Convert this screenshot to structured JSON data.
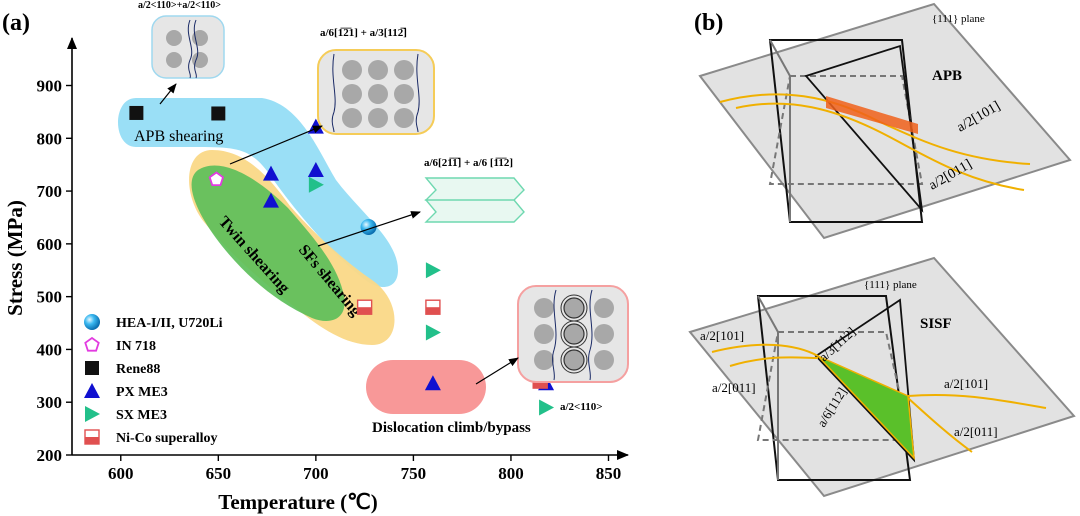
{
  "panel_a": {
    "label": "(a)",
    "mech": {
      "apb": "APB shearing",
      "twin": "Twin shearing",
      "sf": "SFs shearing",
      "climb": "Dislocation climb/bypass"
    },
    "insets": {
      "apb_pair": "a/2<110>+a/2<110>",
      "twin_disl": "a/6[1̅2̅1] + a/3[112̅]",
      "sf_disl": "a/6[21̅1̅] + a/6 [1̅1̅2]",
      "orowan": "a/2<110>"
    }
  },
  "panel_b": {
    "label": "(b)",
    "top": {
      "plane": "{111} plane",
      "title": "APB",
      "line1": "a/2[101]",
      "line2": "a/2[011]"
    },
    "bottom": {
      "plane": "{111} plane",
      "title": "SISF",
      "left1": "a/2[101]",
      "left2": "a/2[011]",
      "mid1": "a/3[112]",
      "mid2": "a/6[112]",
      "right1": "a/2[101]",
      "right2": "a/2[011]"
    }
  },
  "chart_data": {
    "type": "scatter",
    "xlabel": "Temperature (℃)",
    "ylabel": "Stress (MPa)",
    "xlim": [
      575,
      860
    ],
    "ylim": [
      200,
      990
    ],
    "xticks": [
      600,
      650,
      700,
      750,
      800,
      850
    ],
    "yticks": [
      200,
      300,
      400,
      500,
      600,
      700,
      800,
      900
    ],
    "grid": false,
    "legend_position": "bottom-left",
    "series": [
      {
        "name": "HEA-I/II, U720Li",
        "marker": "sphere",
        "color": "#1e9fe0",
        "points": [
          [
            727,
            632
          ]
        ]
      },
      {
        "name": "IN 718",
        "marker": "pentagon",
        "color": "#e23be0",
        "points": [
          [
            649,
            722
          ]
        ]
      },
      {
        "name": "Rene88",
        "marker": "square",
        "color": "#111111",
        "points": [
          [
            608,
            848
          ],
          [
            650,
            847
          ]
        ]
      },
      {
        "name": "PX ME3",
        "marker": "triangle-up",
        "color": "#1010d0",
        "points": [
          [
            677,
            733
          ],
          [
            677,
            682
          ],
          [
            700,
            740
          ],
          [
            700,
            822
          ],
          [
            760,
            336
          ],
          [
            818,
            336
          ]
        ]
      },
      {
        "name": "SX ME3",
        "marker": "triangle-right",
        "color": "#22c08a",
        "points": [
          [
            700,
            712
          ],
          [
            760,
            550
          ],
          [
            760,
            432
          ],
          [
            818,
            290
          ]
        ]
      },
      {
        "name": "Ni-Co superalloy",
        "marker": "half-square",
        "color": "#e05050",
        "points": [
          [
            725,
            480
          ],
          [
            760,
            480
          ],
          [
            815,
            340
          ]
        ]
      }
    ]
  }
}
